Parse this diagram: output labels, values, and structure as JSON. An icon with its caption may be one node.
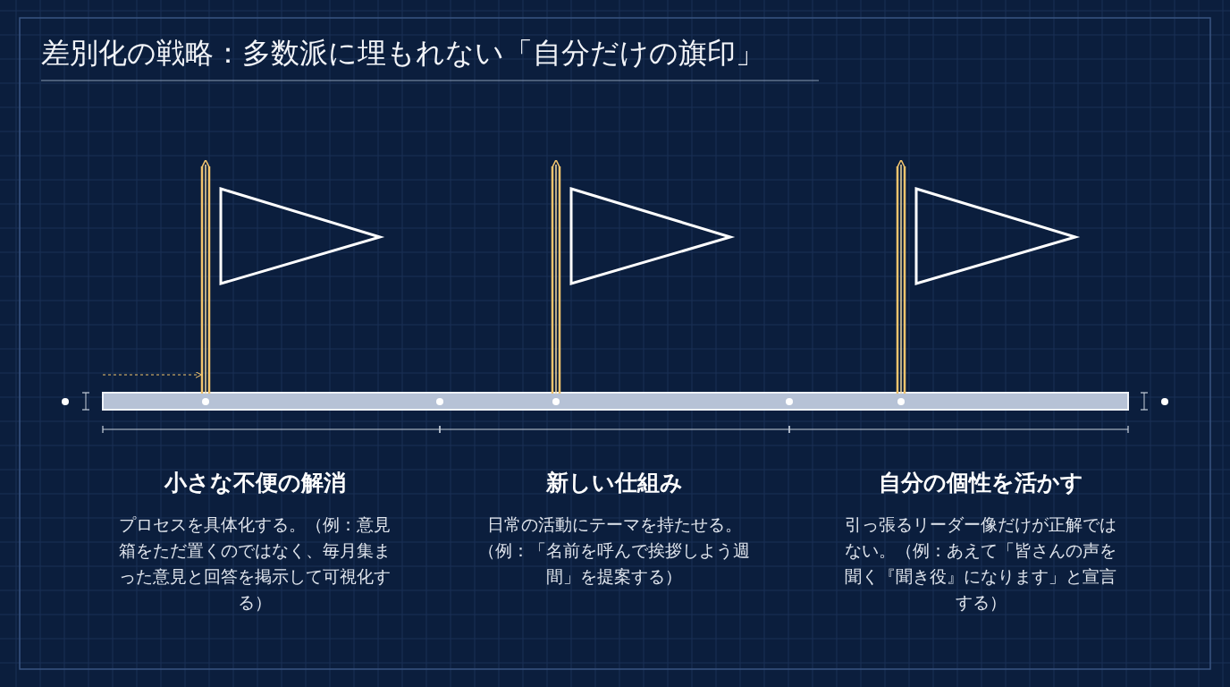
{
  "diagram": {
    "title": "差別化の戦略：多数派に埋もれない「自分だけの旗印」",
    "labels": [
      "小さな不便の解消",
      "プロセスを具体化する。（例：意見箱をただ置くのではなく、毎月集まった意見と回答を掲示して可視化する）",
      "新しい仕組み",
      "日常の活動にテーマを持たせる。（例：「名前を呼んで挨拶しよう週間」を提案する）",
      "自分の個性を活かす",
      "引っ張るリーダー像だけが正解ではない。（例：あえて「皆さんの声を聞く『聞き役』になります」と宣言する）"
    ]
  }
}
